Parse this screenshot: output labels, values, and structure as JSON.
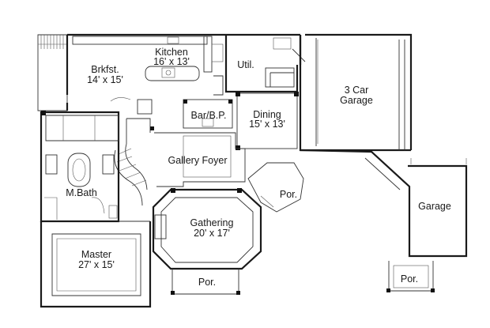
{
  "rooms": {
    "brkfst_name": "Brkfst.",
    "brkfst_dim": "14' x 15'",
    "kitchen_name": "Kitchen",
    "kitchen_dim": "16' x 13'",
    "util": "Util.",
    "garage3_name": "3 Car",
    "garage3_sub": "Garage",
    "bar": "Bar/B.P.",
    "dining_name": "Dining",
    "dining_dim": "15' x 13'",
    "foyer": "Gallery Foyer",
    "mbath": "M.Bath",
    "porch_east": "Por.",
    "garage": "Garage",
    "gathering_name": "Gathering",
    "gathering_dim": "20' x 17'",
    "master_name": "Master",
    "master_dim": "27' x 15'",
    "porch_south": "Por.",
    "porch_garage": "Por."
  }
}
